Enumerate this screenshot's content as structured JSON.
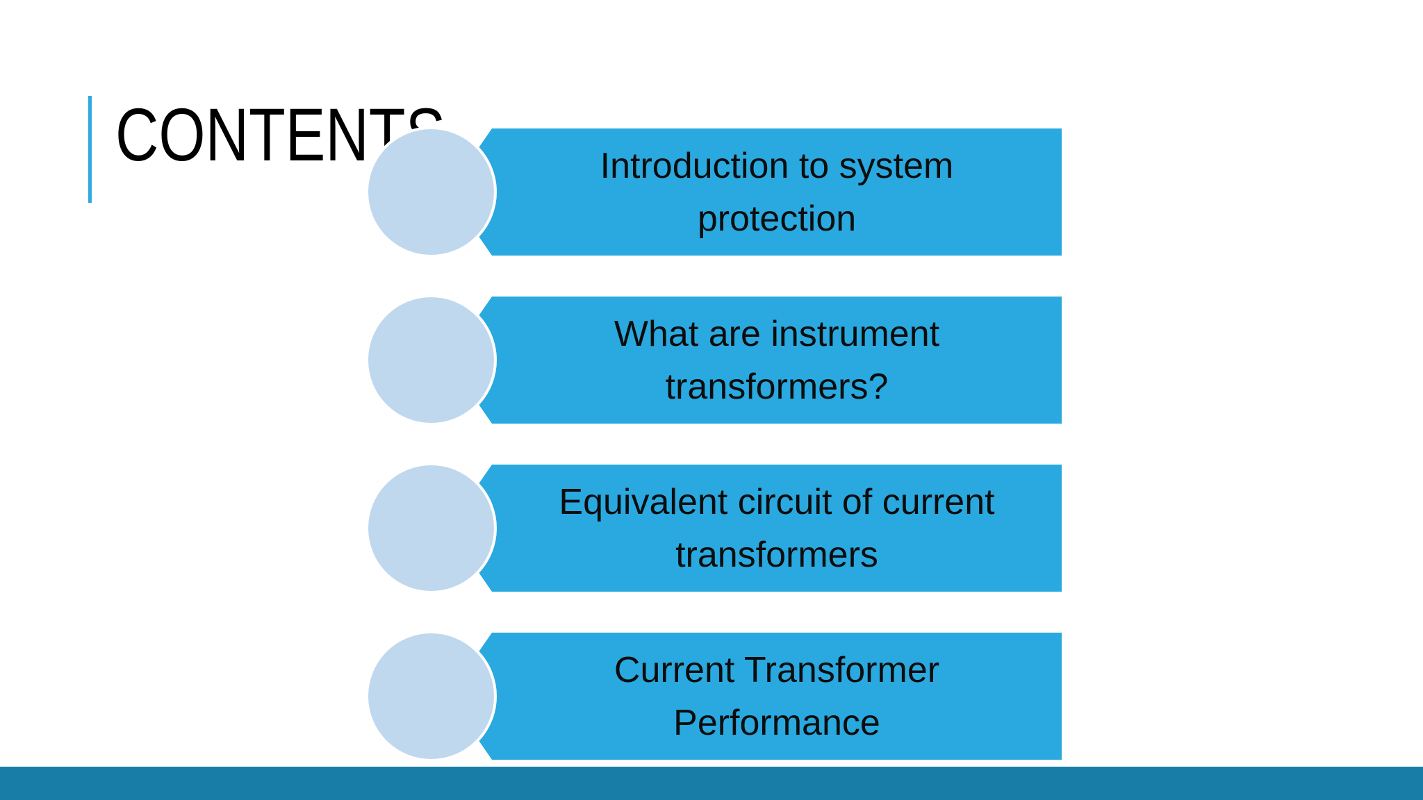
{
  "slide": {
    "title": "CONTENTS",
    "items": [
      {
        "label": "Introduction to system\nprotection"
      },
      {
        "label": "What are instrument\ntransformers?"
      },
      {
        "label": "Equivalent circuit of current\ntransformers"
      },
      {
        "label": "Current Transformer\nPerformance"
      }
    ],
    "colors": {
      "banner": "#29A9E0",
      "circle": "#BFD8EE",
      "accent_line": "#2EAADF",
      "bottom_bar": "#187EA8",
      "text": "#000000"
    }
  }
}
